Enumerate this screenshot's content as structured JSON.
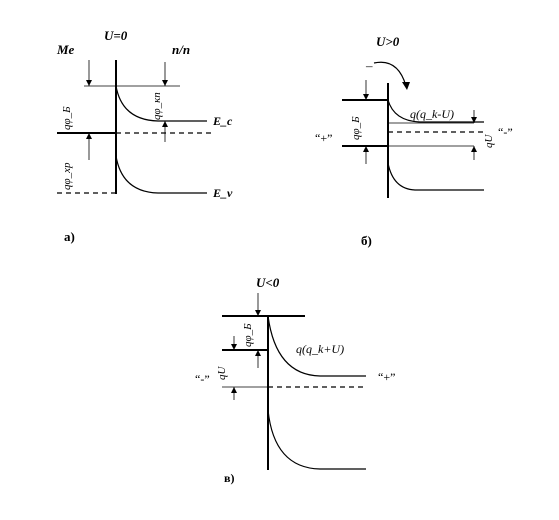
{
  "panel_a": {
    "title": "U=0",
    "metal_label": "Me",
    "semi_label": "n/n",
    "phi_b_label": "qφ_Б",
    "phi_xp_label": "qφ_xp",
    "phi_kn_label": "qφ_кп",
    "ec_label": "E_c",
    "ev_label": "E_v",
    "caption": "а)"
  },
  "panel_b": {
    "title": "U>0",
    "minus_top": "–",
    "plus_label": "“+”",
    "minus_label": "“-”",
    "phi_b_label": "qφ_Б",
    "barrier_label": "q(q_k-U)",
    "qu_label": "qU",
    "caption": "б)"
  },
  "panel_c": {
    "title": "U<0",
    "minus_label": "“-”",
    "plus_label": "“+”",
    "phi_b_label": "qφ_Б",
    "barrier_label": "q(q_k+U)",
    "qu_label": "qU",
    "caption": "в)"
  }
}
